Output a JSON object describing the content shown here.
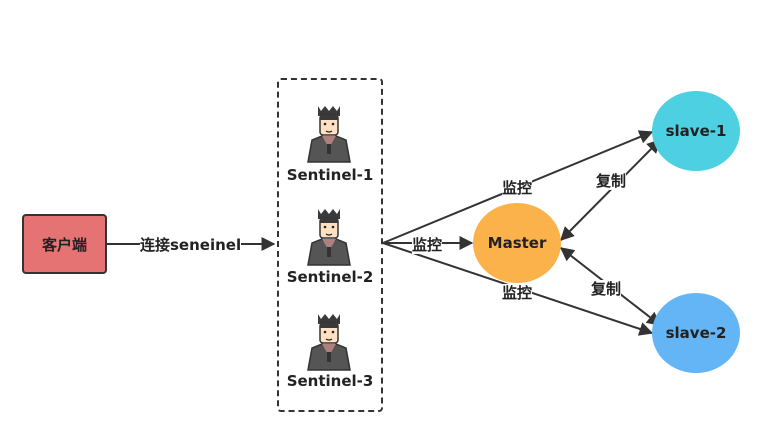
{
  "client": {
    "label": "客户端"
  },
  "client_edge": {
    "label": "连接seneinel"
  },
  "sentinels": [
    {
      "label": "Sentinel-1"
    },
    {
      "label": "Sentinel-2"
    },
    {
      "label": "Sentinel-3"
    }
  ],
  "master": {
    "label": "Master"
  },
  "slaves": [
    {
      "label": "slave-1"
    },
    {
      "label": "slave-2"
    }
  ],
  "edges": {
    "monitor_top": "监控",
    "monitor_mid": "监控",
    "monitor_bottom": "监控",
    "replicate_top": "复制",
    "replicate_bottom": "复制"
  },
  "colors": {
    "client": "#e57373",
    "master": "#fbb24a",
    "slave1": "#4dd0e1",
    "slave2": "#64b5f6",
    "line": "#333333"
  },
  "icons": {
    "sentinel": "king-avatar-icon"
  }
}
